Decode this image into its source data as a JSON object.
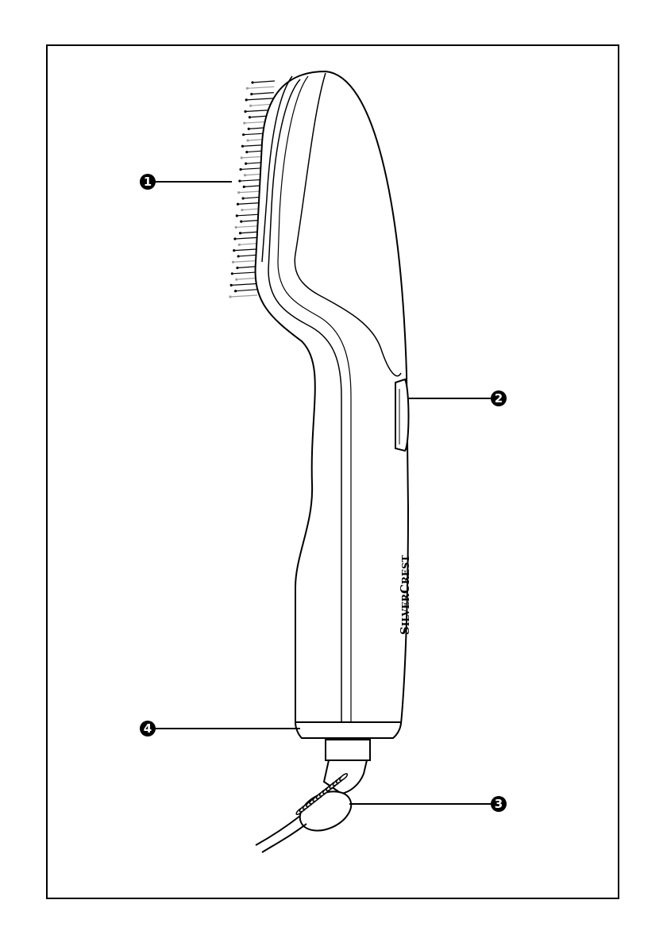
{
  "figure": {
    "brand_label": "SilverCrest",
    "callouts": [
      {
        "number": "1",
        "part": "bristle-head"
      },
      {
        "number": "2",
        "part": "switch"
      },
      {
        "number": "3",
        "part": "cable-swivel"
      },
      {
        "number": "4",
        "part": "handle-ring"
      }
    ]
  },
  "colors": {
    "line": "#000000",
    "background": "#ffffff",
    "bristle_tip_light": "#9a9a9a"
  }
}
